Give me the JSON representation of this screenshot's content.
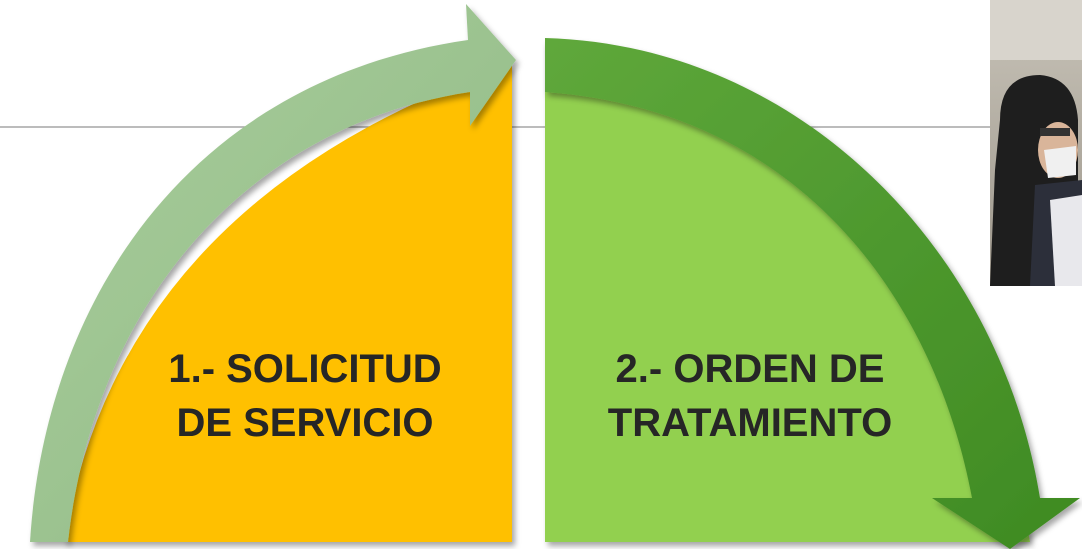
{
  "steps": [
    {
      "line1": "1.- SOLICITUD",
      "line2": "DE SERVICIO",
      "fill_color": "#FFC000",
      "arrow_color": "#9DC390"
    },
    {
      "line1": "2.- ORDEN DE",
      "line2": "TRATAMIENTO",
      "fill_color": "#92D050",
      "arrow_color": "#4E9A2E"
    }
  ],
  "photo": {
    "icon": "photo-of-person-with-mask"
  },
  "colors": {
    "divider": "#A6A6A6",
    "text": "#262626"
  }
}
